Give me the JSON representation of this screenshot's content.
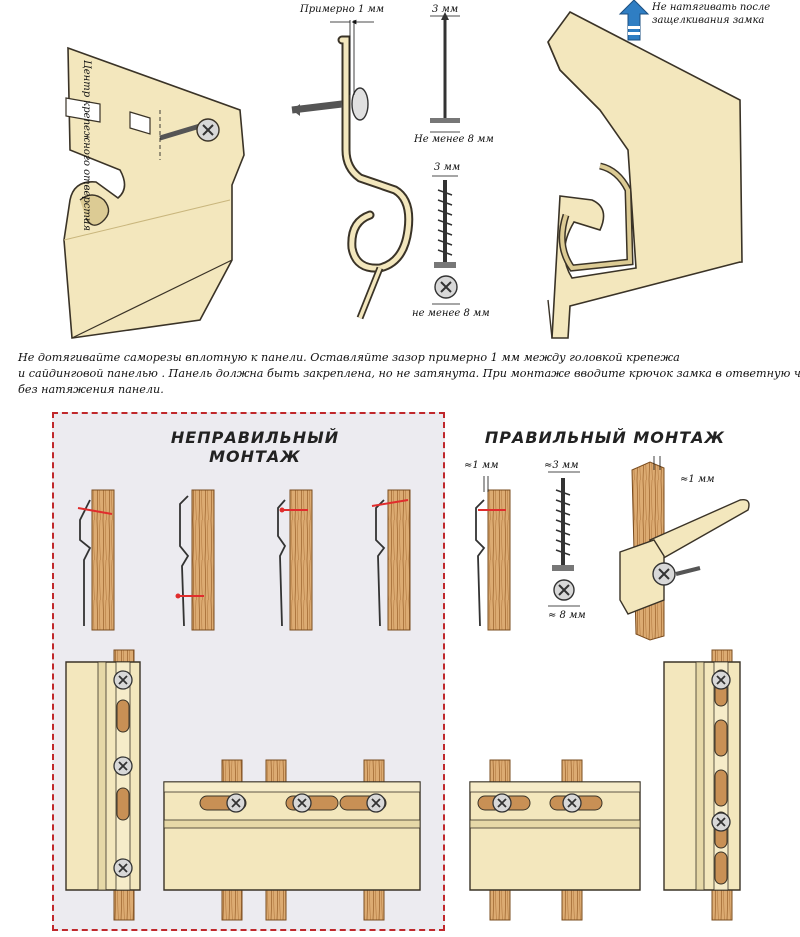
{
  "top_labels": {
    "center_hole_rotated": "Центр крепежного отверстия",
    "approx_1mm": "Примерно 1 мм",
    "nail_3mm": "3 мм",
    "nail_min_8mm": "Не менее 8 мм",
    "screw_3mm": "3 мм",
    "screw_min_8mm": "не менее 8 мм",
    "no_tension_line1": "Не натягивать после",
    "no_tension_line2": "защелкивания замка"
  },
  "caption": {
    "line1": "Не дотягивайте саморезы вплотную к панели. Оставляйте зазор примерно 1 мм между головкой крепежа",
    "line2": "и сайдинговой панелью . Панель должна быть закреплена, но не затянута. При монтаже вводите крючок замка в ответную часть",
    "line3": "без натяжения панели."
  },
  "wrong": {
    "title_line1": "НЕПРАВИЛЬНЫЙ",
    "title_line2": "МОНТАЖ"
  },
  "right": {
    "title": "ПРАВИЛЬНЫЙ МОНТАЖ",
    "gap_1mm_a": "≈1 мм",
    "screw_3mm": "≈3 мм",
    "screw_8mm": "≈ 8 мм",
    "gap_1mm_b": "≈1 мм"
  },
  "colors": {
    "panel": "#f3e7bd",
    "panel_dark": "#dccb94",
    "outline": "#3a3327",
    "wood": "#d9a56a",
    "wood_grain": "#a26a33",
    "wrong_border": "#c0282c",
    "arrow": "#2f7ec3"
  }
}
